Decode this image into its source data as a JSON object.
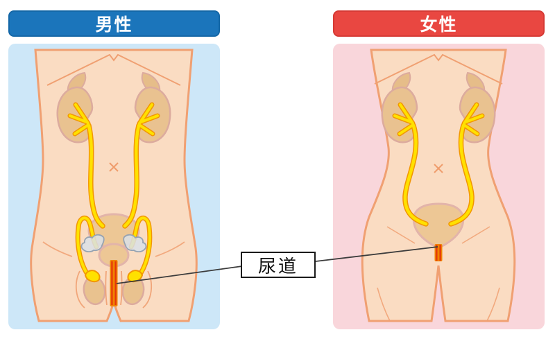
{
  "diagram": {
    "description_visible_text_only": true,
    "male_panel": {
      "header_label": "男性",
      "header_color": "#1b75bb",
      "panel_color": "#cde7f8"
    },
    "female_panel": {
      "header_label": "女性",
      "header_color": "#e94741",
      "panel_color": "#f9d6db"
    },
    "annotation": {
      "label": "尿道",
      "box_border_color": "#1a1a1a",
      "pointer_line_color": "#3c3c3c"
    },
    "anatomy_colors": {
      "skin": "#fadcc2",
      "skin_outline": "#f0a072",
      "kidney_fill": "#e9c290",
      "adrenal_fill": "#e6bd89",
      "organ_outline": "#dcab9e",
      "urinary_tract_yellow": "#ffe100",
      "urinary_tract_orange_outline": "#f29600",
      "bladder_fill": "#edc795",
      "bladder_outline": "#e2b4aa",
      "urethra_orange": "#f08300",
      "urethra_red": "#e5350b",
      "seminal_vesicle_outline": "#96a3b2"
    }
  }
}
